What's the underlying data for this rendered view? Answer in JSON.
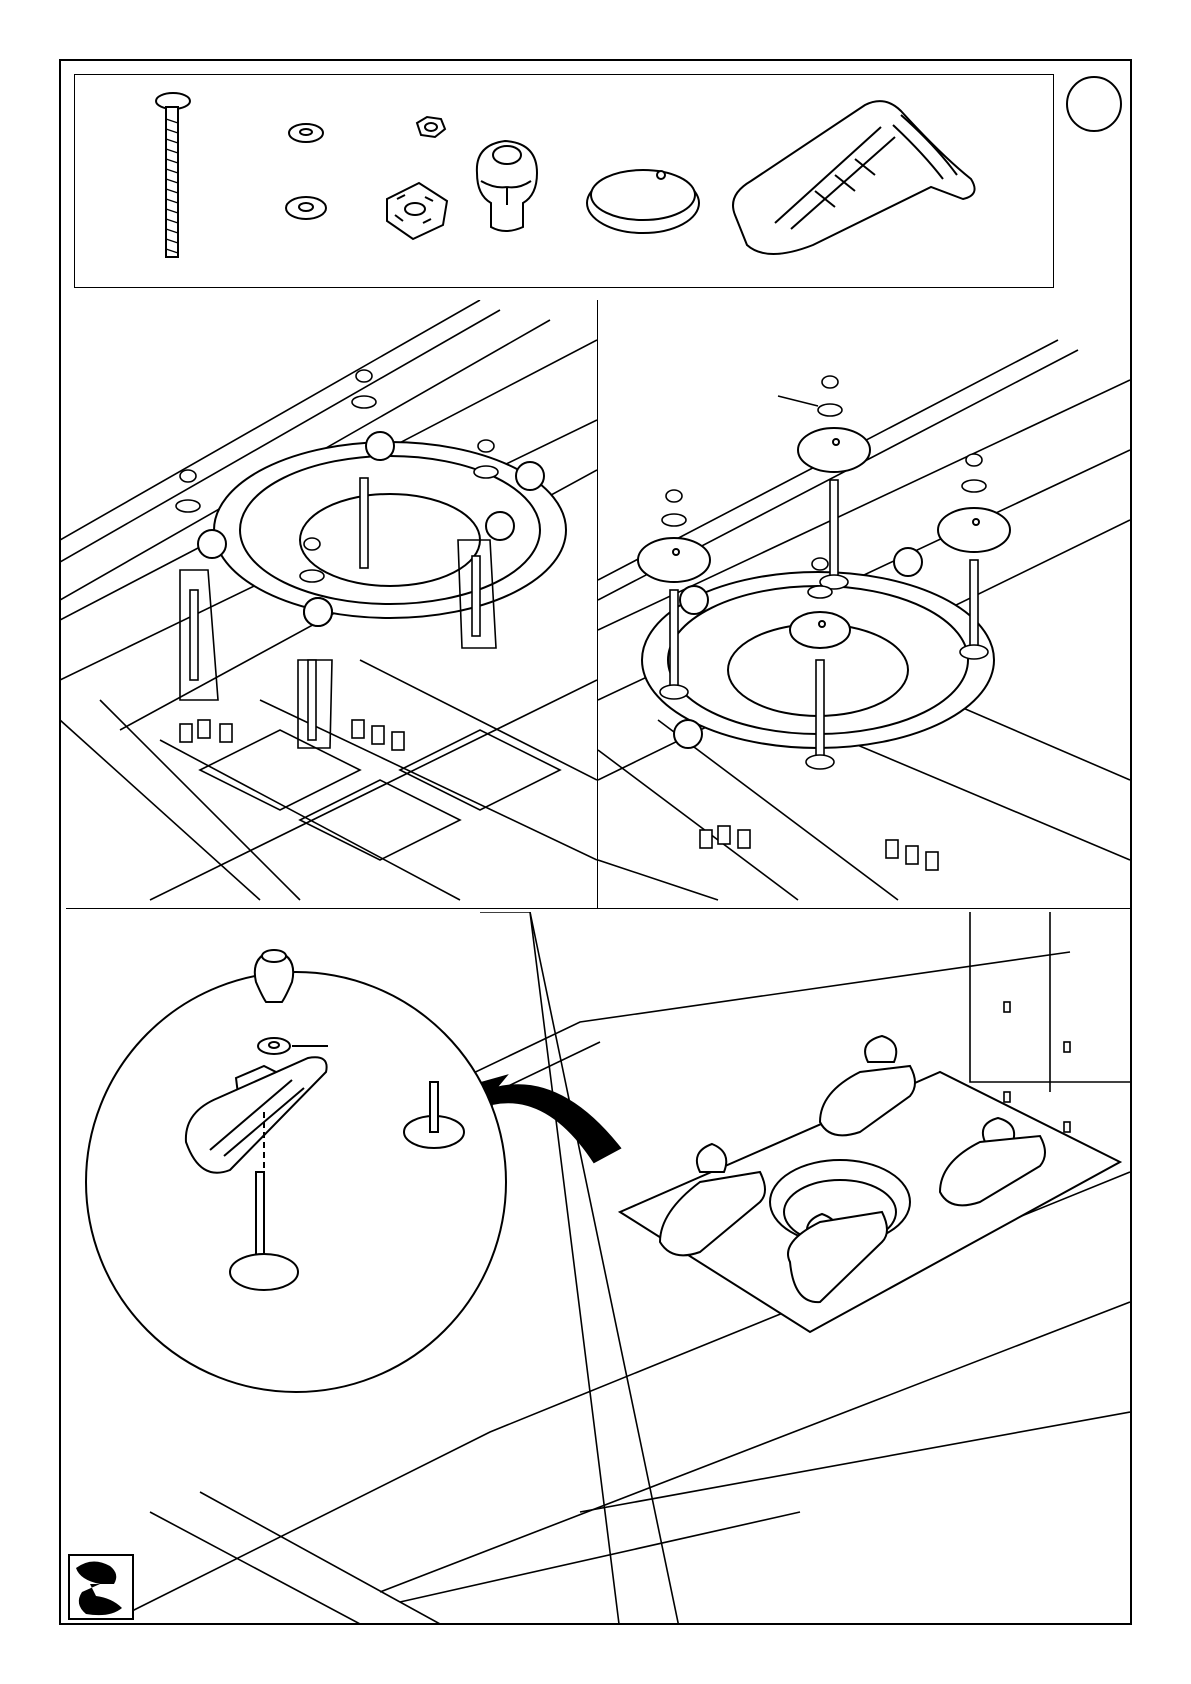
{
  "step": {
    "number": ""
  },
  "parts": [
    {
      "name": "carriage-bolt"
    },
    {
      "name": "small-washer"
    },
    {
      "name": "hex-nut"
    },
    {
      "name": "large-washer"
    },
    {
      "name": "clamp-nut-plate"
    },
    {
      "name": "star-knob"
    },
    {
      "name": "round-plate"
    },
    {
      "name": "clamp-jaw"
    }
  ],
  "icons": {
    "wrench": "wrench-icon"
  }
}
